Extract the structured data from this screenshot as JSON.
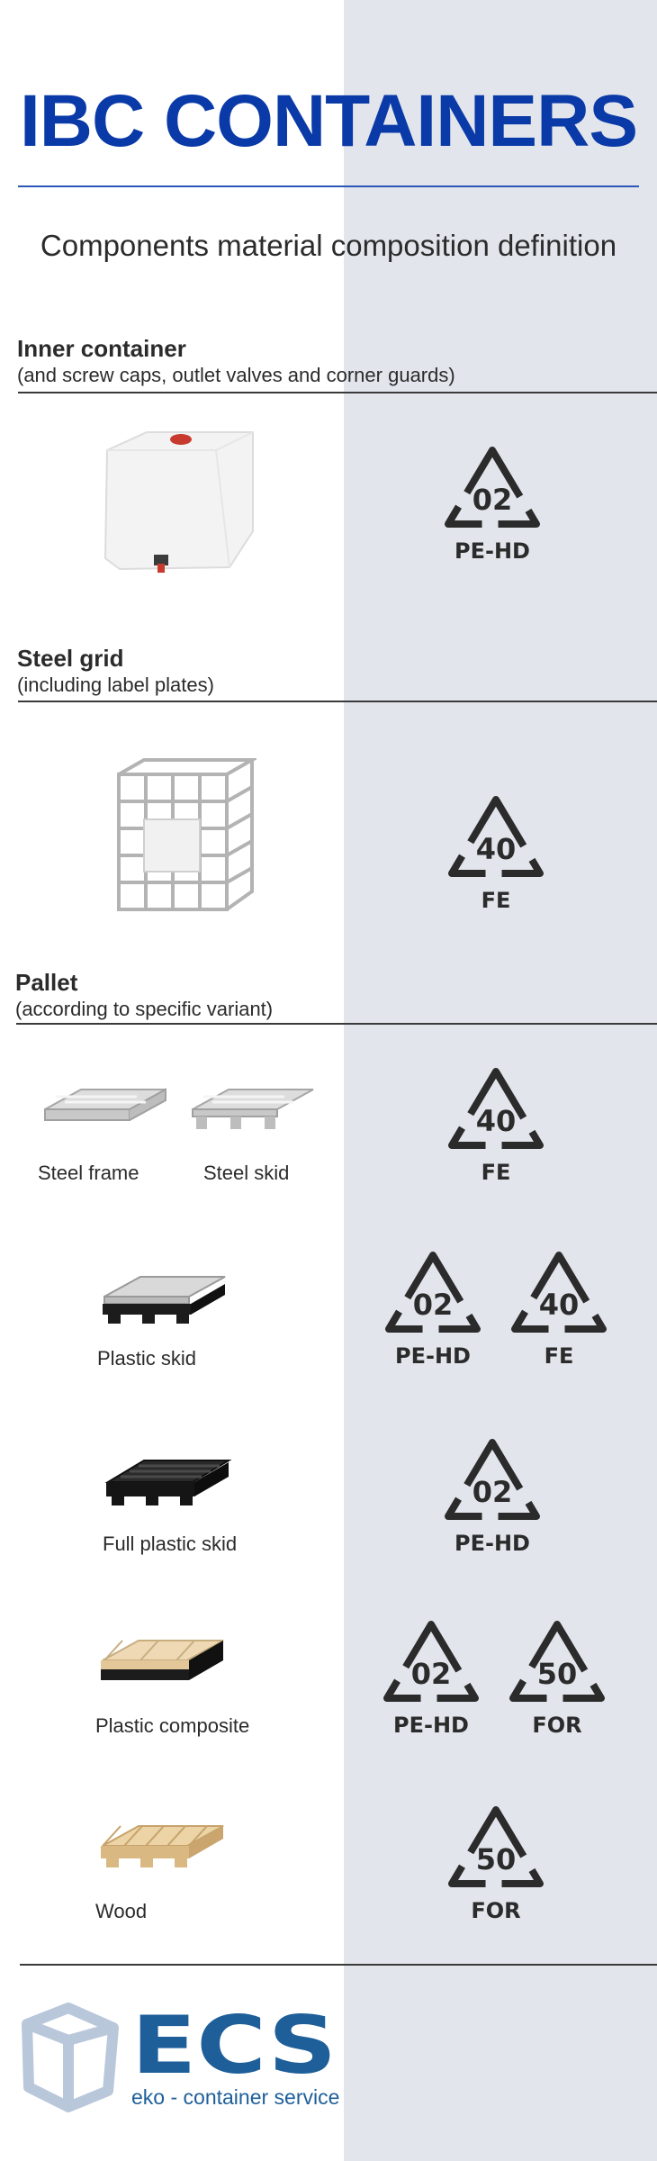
{
  "header": {
    "title": "IBC CONTAINERS",
    "subtitle": "Components material composition definition"
  },
  "sections": {
    "inner": {
      "heading": "Inner container",
      "sub": "(and screw caps, outlet valves and corner guards)"
    },
    "grid": {
      "heading": "Steel grid",
      "sub": "(including label plates)"
    },
    "pallet": {
      "heading": "Pallet",
      "sub": "(according to specific variant)"
    }
  },
  "pallets": {
    "steel_frame": "Steel frame",
    "steel_skid": "Steel skid",
    "plastic_skid": "Plastic skid",
    "full_plastic_skid": "Full plastic skid",
    "plastic_composite": "Plastic composite",
    "wood": "Wood"
  },
  "recycling": {
    "pehd": {
      "code": "02",
      "label": "PE-HD"
    },
    "fe": {
      "code": "40",
      "label": "FE"
    },
    "for": {
      "code": "50",
      "label": "FOR"
    }
  },
  "footer": {
    "logo_text": "ECS",
    "tagline": "eko - container service"
  },
  "colors": {
    "title_blue": "#0a3aa8",
    "panel_gray": "#e2e6ec",
    "logo_blue": "#1e5f9a",
    "logo_light": "#b9c7da",
    "symbol_dark": "#2b2b2b"
  }
}
